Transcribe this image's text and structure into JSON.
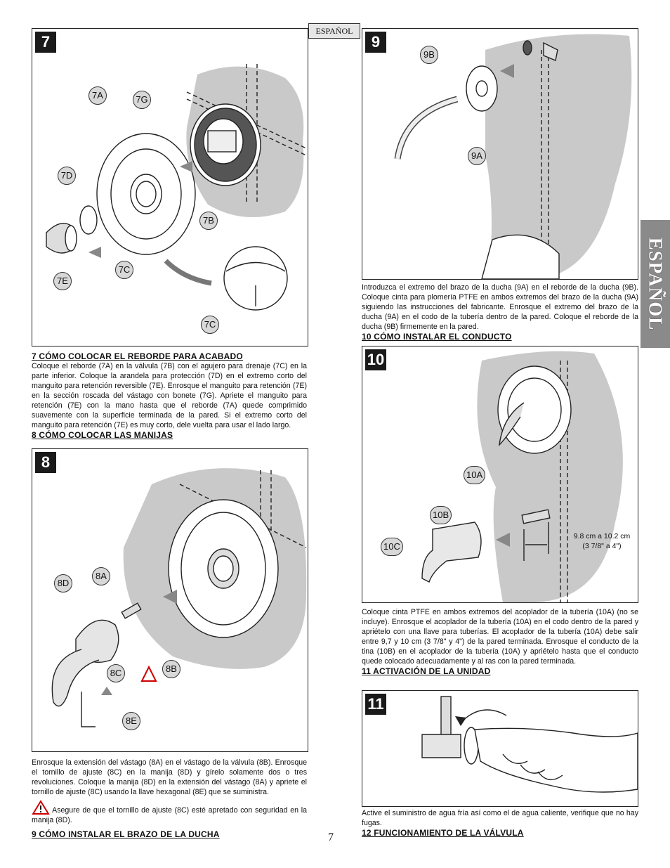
{
  "header": {
    "language_tag": "ESPAÑOL",
    "side_tab": "ESPAÑOL"
  },
  "page_number": "7",
  "steps": {
    "s7": {
      "number": "7",
      "labels": {
        "a": "7A",
        "g": "7G",
        "d": "7D",
        "b": "7B",
        "c1": "7C",
        "e": "7E",
        "c2": "7C"
      },
      "heading": "7   CÓMO COLOCAR EL REBORDE PARA ACABADO",
      "text": "Coloque el reborde (7A) en la válvula (7B) con el agujero para drenaje (7C) en la parte inferior. Coloque la arandela para protección (7D) en el extremo corto del manguito para retención reversible (7E). Enrosque el manguito para retención (7E) en la sección roscada del vástago con bonete (7G). Apriete el manguito para retención (7E) con la mano hasta que el reborde (7A) quede comprimido suavemente con la superficie terminada de la pared. Si el extremo corto del manguito para retención (7E) es muy corto, dele vuelta para usar el lado largo."
    },
    "s8": {
      "number": "8",
      "heading": "8   CÓMO COLOCAR LAS MANIJAS",
      "labels": {
        "d": "8D",
        "a": "8A",
        "c": "8C",
        "b": "8B",
        "e": "8E"
      },
      "text": "Enrosque la extensión del vástago (8A) en el vástago de la válvula (8B). Enrosque el tornillo de ajuste (8C) en la manija (8D) y gírelo solamente dos o tres revoluciones. Coloque la manija (8D) en la extensión del vástago (8A) y apriete el tornillo de ajuste (8C) usando la llave hexagonal (8E) que se suministra.",
      "warning": "Asegure de que el tornillo de ajuste (8C) esté apretado con seguridad en la manija (8D)."
    },
    "s9": {
      "number": "9",
      "heading": "9   CÓMO INSTALAR EL BRAZO DE LA DUCHA",
      "labels": {
        "b": "9B",
        "a": "9A"
      },
      "text": "Introduzca el extremo del brazo de la ducha (9A) en el reborde de la ducha (9B). Coloque cinta para plomería PTFE en ambos extremos del brazo de la ducha (9A) siguiendo las instrucciones del fabricante. Enrosque el extremo del brazo de la ducha (9A) en el codo de la tubería dentro de la pared. Coloque el reborde de la ducha (9B) firmemente en la pared."
    },
    "s10": {
      "number": "10",
      "heading": "10   CÓMO INSTALAR EL CONDUCTO",
      "labels": {
        "a": "10A",
        "b": "10B",
        "c": "10C"
      },
      "measure_cm": "9.8 cm a 10.2 cm",
      "measure_in": "(3 7/8\" a 4\")",
      "text": "Coloque cinta PTFE en ambos extremos del acoplador de la tubería (10A) (no se incluye). Enrosque el acoplador de la tubería (10A) en el codo dentro de la pared y apriételo con una llave para tuberías. El acoplador de la tubería (10A) debe salir entre 9,7 y 10 cm (3 7/8\" y 4\") de la pared terminada. Enrosque el conducto de la tina (10B) en el acoplador de la tubería (10A) y apriételo hasta que el conducto quede colocado adecuadamente y al ras con la pared terminada."
    },
    "s11": {
      "number": "11",
      "heading": "11   ACTIVACIÓN DE LA UNIDAD",
      "text": "Active el suministro de agua fría así como el de agua caliente, verifique que no hay fugas."
    },
    "s12": {
      "heading": "12   FUNCIONAMIENTO DE LA VÁLVULA"
    }
  },
  "colors": {
    "wall": "#c9c9c9",
    "callout": "#d8d8d8",
    "step_badge": "#1a1a1a",
    "side_tab": "#8a8a8a"
  },
  "icons": [
    "warning-triangle-icon",
    "arrow-icon"
  ]
}
